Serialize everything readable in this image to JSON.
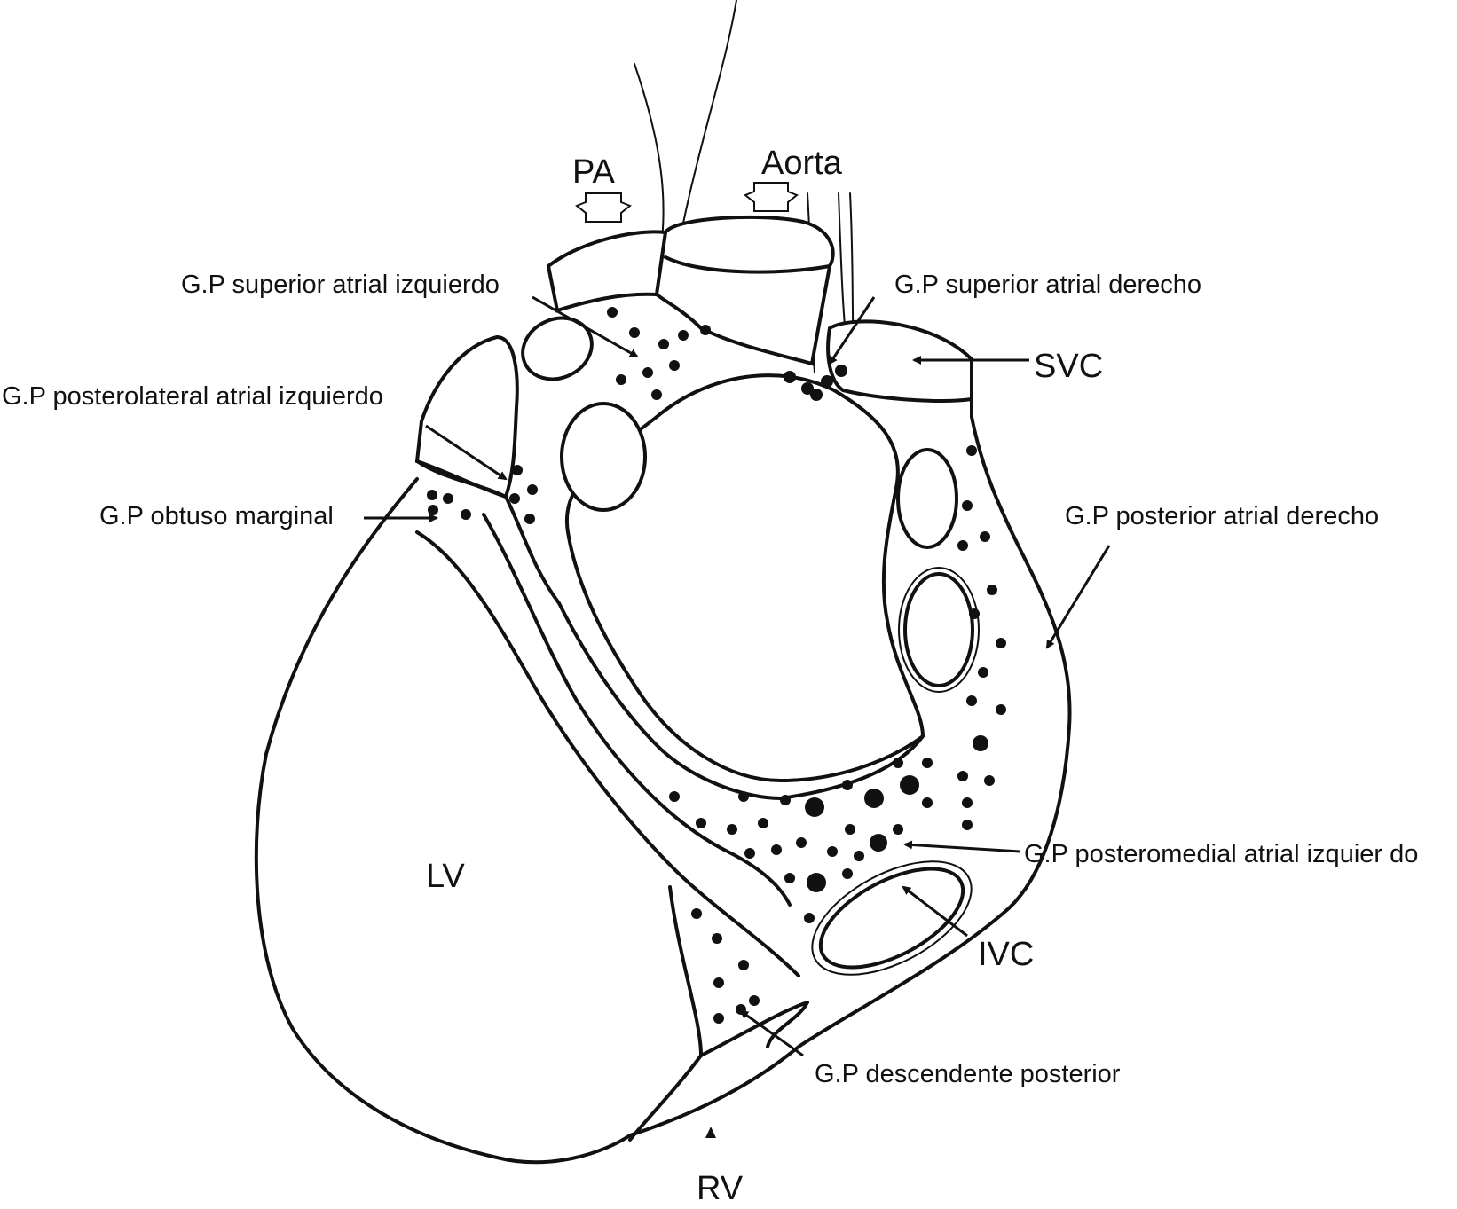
{
  "labels": {
    "pa": "PA",
    "aorta": "Aorta",
    "svc": "SVC",
    "ivc": "IVC",
    "lv": "LV",
    "rv": "RV",
    "gp_superior_izq": "G.P superior atrial izquierdo",
    "gp_superior_der": "G.P superior atrial derecho",
    "gp_posterolateral_izq": "G.P posterolateral atrial izquierdo",
    "gp_obtuso_marginal": "G.P obtuso marginal",
    "gp_posterior_der": "G.P posterior atrial derecho",
    "gp_posteromedial_izq": "G.P posteromedial atrial izquier do",
    "gp_descendente_posterior": "G.P descendente posterior"
  },
  "colors": {
    "stroke": "#111111",
    "background": "#ffffff"
  }
}
